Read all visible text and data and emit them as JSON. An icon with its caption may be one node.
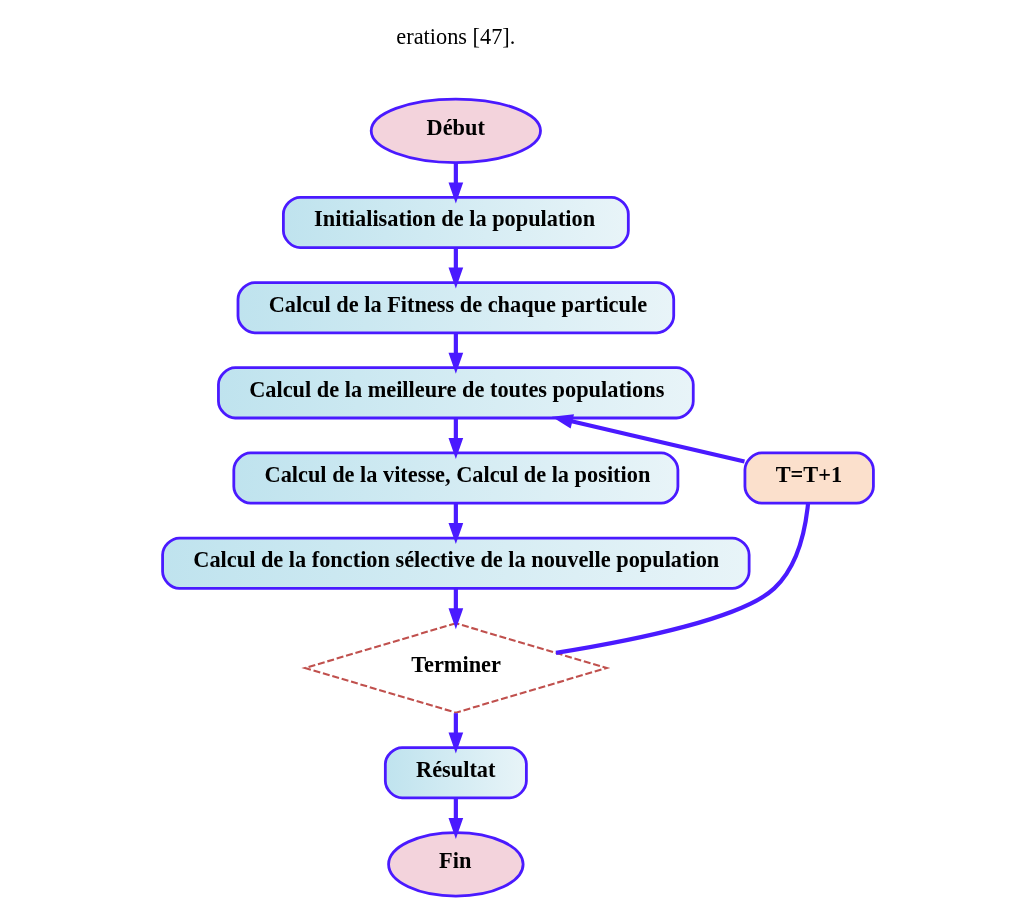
{
  "diagram": {
    "nodes": [
      {
        "text": [
          "Début"
        ]
      },
      {
        "text": [
          "Initialisation de la population"
        ]
      },
      {
        "text": [
          "Calcul de la Fitness de chaque particule"
        ]
      },
      {
        "text": [
          "Calcul de la meilleure de toutes populations"
        ]
      },
      {
        "text": [
          "T=T+1"
        ]
      },
      {
        "text": [
          "Calcul de la vitesse, Calcul de la position"
        ]
      },
      {
        "text": [
          "Calcul de la fonction sélective de la nouvelle population"
        ]
      },
      {
        "text": [
          "Terminer"
        ]
      },
      {
        "text": [
          "Résultat"
        ]
      },
      {
        "text": [
          "Fin"
        ]
      }
    ],
    "edges": [
      {
        "from": 0,
        "to": 1,
        "arrow": "to"
      },
      {
        "from": 1,
        "to": 2,
        "arrow": "to"
      },
      {
        "from": 2,
        "to": 3,
        "arrow": "to"
      },
      {
        "from": 3,
        "to": 5,
        "arrow": "to"
      },
      {
        "from": 5,
        "to": 6,
        "arrow": "to"
      },
      {
        "from": 6,
        "to": 7,
        "arrow": "to"
      },
      {
        "from": 7,
        "to": 8,
        "arrow": "to"
      },
      {
        "from": 7,
        "to": 4,
        "arrow": "none"
      },
      {
        "from": 4,
        "to": 3,
        "arrow": "to"
      },
      {
        "from": 8,
        "to": 9,
        "arrow": "to"
      }
    ],
    "labels": [
      "erations [47]."
    ]
  }
}
